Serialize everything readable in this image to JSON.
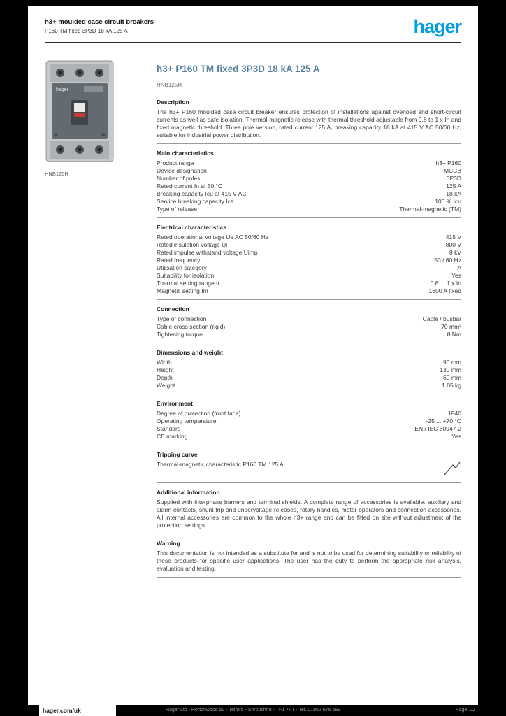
{
  "brand": {
    "accent_blue": "#009fe3",
    "body_text_gray": "#3c3c3c"
  },
  "header": {
    "line1": "h3+ moulded case circuit breakers",
    "line2": "P160 TM fixed 3P3D 18 kA 125 A",
    "logo_text": "hager"
  },
  "product": {
    "image_caption": "HNB125H"
  },
  "main": {
    "title": "h3+ P160 TM fixed 3P3D 18 kA 125 A",
    "reference": "HNB125H",
    "sections": [
      {
        "id": "description",
        "type": "paragraph",
        "heading": "Description",
        "text": "The h3+ P160 moulded case circuit breaker ensures protection of installations against overload and short-circuit currents as well as safe isolation. Thermal-magnetic release with thermal threshold adjustable from 0.8 to 1 x In and fixed magnetic threshold. Three pole version, rated current 125 A, breaking capacity 18 kA at 415 V AC 50/60 Hz, suitable for industrial power distribution."
      },
      {
        "id": "main-characteristics",
        "type": "rows",
        "heading": "Main characteristics",
        "rows": [
          {
            "label": "Product range",
            "value": "h3+ P160"
          },
          {
            "label": "Device designation",
            "value": "MCCB"
          },
          {
            "label": "Number of poles",
            "value": "3P3D"
          },
          {
            "label": "Rated current In at 50 °C",
            "value": "125 A"
          },
          {
            "label": "Breaking capacity Icu at 415 V AC",
            "value": "18 kA"
          },
          {
            "label": "Service breaking capacity Ics",
            "value": "100 % Icu"
          },
          {
            "label": "Type of release",
            "value": "Thermal-magnetic (TM)"
          }
        ]
      },
      {
        "id": "electrical-characteristics",
        "type": "rows",
        "heading": "Electrical characteristics",
        "rows": [
          {
            "label": "Rated operational voltage Ue AC 50/60 Hz",
            "value": "415 V"
          },
          {
            "label": "Rated insulation voltage Ui",
            "value": "800 V"
          },
          {
            "label": "Rated impulse withstand voltage Uimp",
            "value": "8 kV"
          },
          {
            "label": "Rated frequency",
            "value": "50 / 60 Hz"
          },
          {
            "label": "Utilisation category",
            "value": "A"
          },
          {
            "label": "Suitability for isolation",
            "value": "Yes"
          },
          {
            "label": "Thermal setting range Ir",
            "value": "0.8 ... 1 x In"
          },
          {
            "label": "Magnetic setting Im",
            "value": "1600 A fixed"
          }
        ]
      },
      {
        "id": "connection",
        "type": "rows",
        "heading": "Connection",
        "rows": [
          {
            "label": "Type of connection",
            "value": "Cable / busbar"
          },
          {
            "label": "Cable cross section (rigid)",
            "value": "70 mm²"
          },
          {
            "label": "Tightening torque",
            "value": "8 Nm"
          }
        ]
      },
      {
        "id": "dimensions",
        "type": "rows",
        "heading": "Dimensions and weight",
        "rows": [
          {
            "label": "Width",
            "value": "90 mm"
          },
          {
            "label": "Height",
            "value": "130 mm"
          },
          {
            "label": "Depth",
            "value": "60 mm"
          },
          {
            "label": "Weight",
            "value": "1.05 kg"
          }
        ]
      },
      {
        "id": "environment",
        "type": "rows",
        "heading": "Environment",
        "rows": [
          {
            "label": "Degree of protection (front face)",
            "value": "IP40"
          },
          {
            "label": "Operating temperature",
            "value": "-25 ... +70 °C"
          },
          {
            "label": "Standard",
            "value": "EN / IEC 60947-2"
          },
          {
            "label": "CE marking",
            "value": "Yes"
          }
        ]
      },
      {
        "id": "tripping-curve",
        "type": "curve",
        "heading": "Tripping curve",
        "label": "Thermal-magnetic characteristic P160 TM 125 A"
      },
      {
        "id": "additional-information",
        "type": "paragraph",
        "heading": "Additional information",
        "text": "Supplied with interphase barriers and terminal shields. A complete range of accessories is available: auxiliary and alarm contacts, shunt trip and undervoltage releases, rotary handles, motor operators and connection accessories. All internal accessories are common to the whole h3+ range and can be fitted on site without adjustment of the protection settings."
      },
      {
        "id": "warning",
        "type": "paragraph",
        "heading": "Warning",
        "text": "This documentation is not intended as a substitute for and is not to be used for determining suitability or reliability of these products for specific user applications. The user has the duty to perform the appropriate risk analysis, evaluation and testing."
      }
    ]
  },
  "footer": {
    "website": "hager.com/uk",
    "company_line": "Hager Ltd - Hortonwood 50 - Telford - Shropshire - TF1 7FT - Tel. 01952 675 689",
    "page_indicator": "Page 1/2"
  }
}
